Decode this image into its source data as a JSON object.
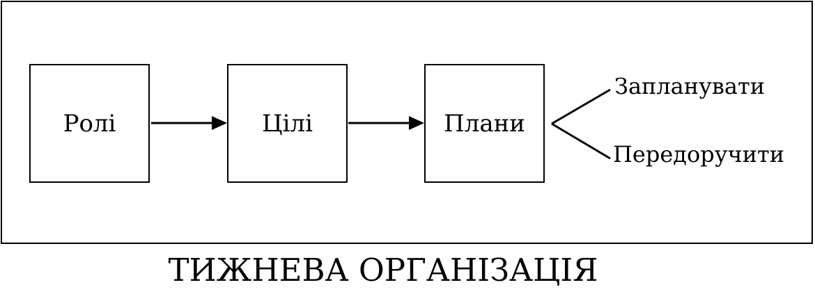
{
  "diagram": {
    "nodes": [
      {
        "id": "roles",
        "label": "Ролі"
      },
      {
        "id": "goals",
        "label": "Цілі"
      },
      {
        "id": "plans",
        "label": "Плани"
      }
    ],
    "branches": [
      {
        "label": "Запланувати"
      },
      {
        "label": "Передоручити"
      }
    ],
    "edges": [
      {
        "from": "roles",
        "to": "goals"
      },
      {
        "from": "goals",
        "to": "plans"
      }
    ],
    "title": "ТИЖНЕВА ОРГАНІЗАЦІЯ",
    "colors": {
      "stroke": "#000000",
      "background": "#ffffff"
    }
  }
}
